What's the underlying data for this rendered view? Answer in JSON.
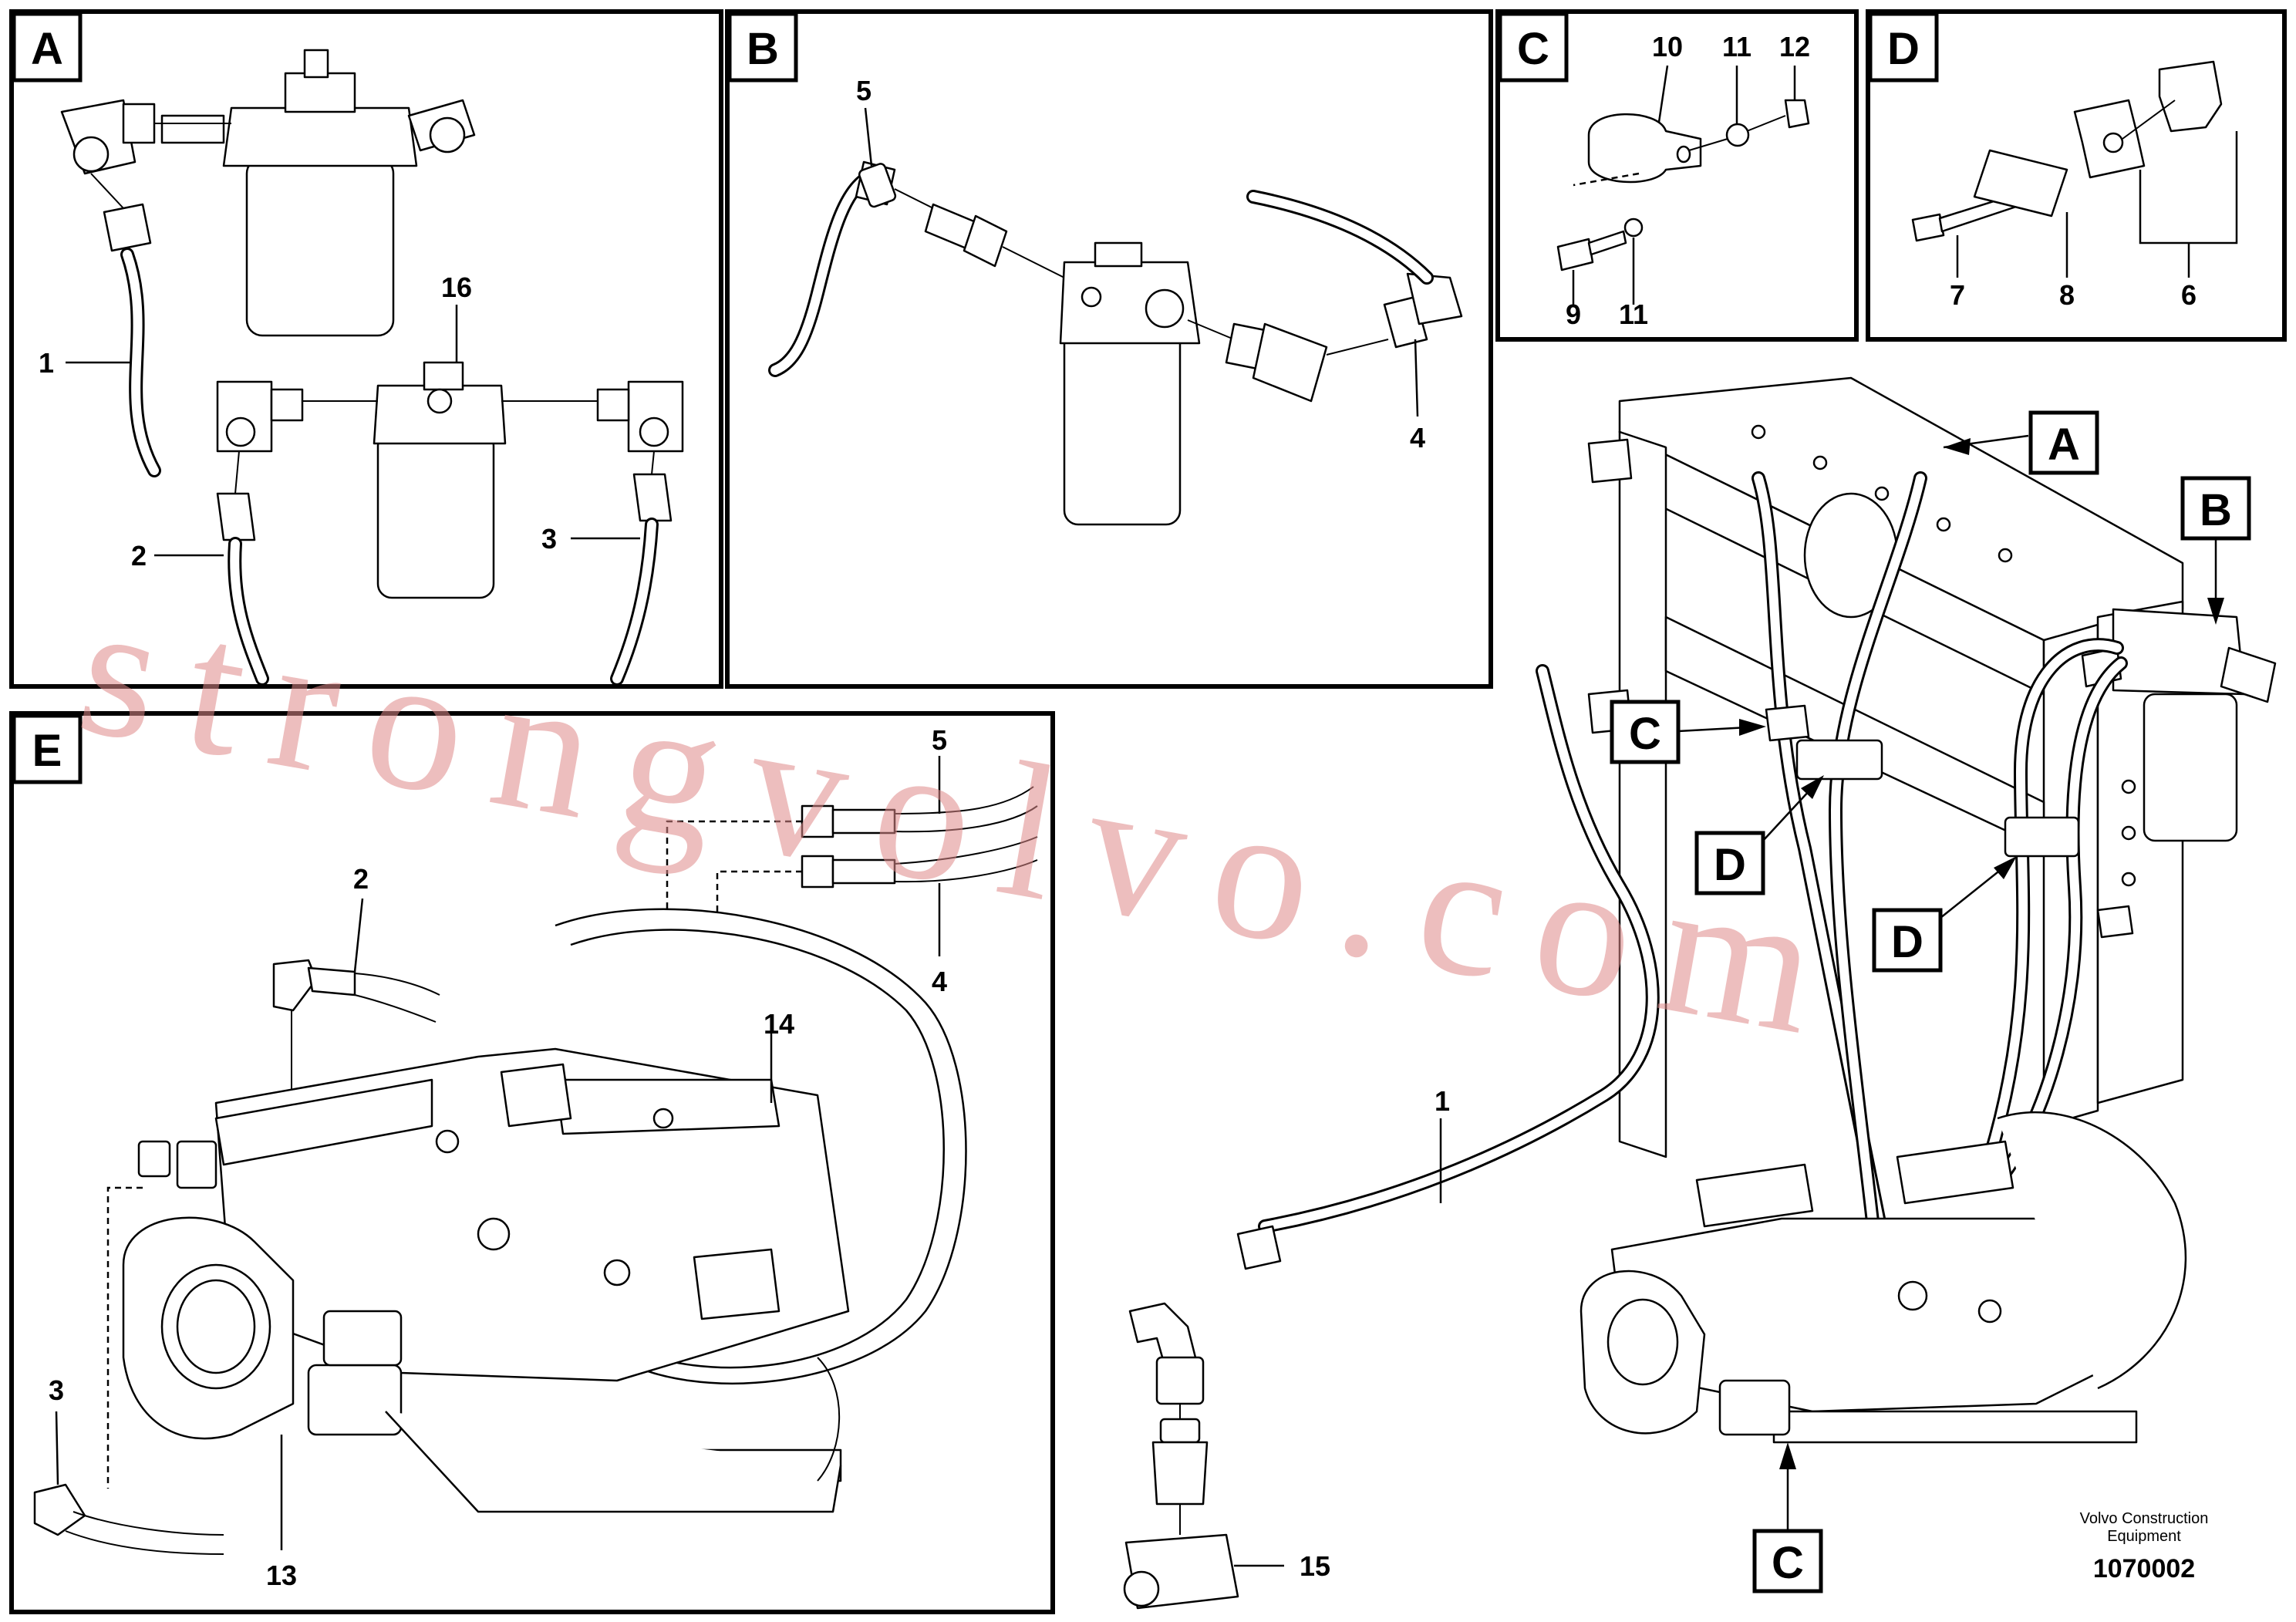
{
  "panels": {
    "A": {
      "tag": "A",
      "numbers": [
        "1",
        "2",
        "3",
        "16"
      ]
    },
    "B": {
      "tag": "B",
      "numbers": [
        "5",
        "4"
      ]
    },
    "C": {
      "tag": "C",
      "numbers": [
        "10",
        "11",
        "12",
        "9",
        "11"
      ]
    },
    "D": {
      "tag": "D",
      "numbers": [
        "7",
        "8",
        "6"
      ]
    },
    "E": {
      "tag": "E",
      "numbers": [
        "5",
        "2",
        "4",
        "14",
        "3",
        "13"
      ]
    }
  },
  "overview": {
    "callouts": [
      "A",
      "B",
      "C",
      "D",
      "D",
      "C"
    ],
    "numbers": [
      "1",
      "15"
    ]
  },
  "watermark": "strongvolvo.com",
  "footer": {
    "company_line1": "Volvo Construction",
    "company_line2": "Equipment",
    "drawing_number": "1070002"
  },
  "colors": {
    "line": "#000000",
    "watermark": "#e08a8a",
    "background": "#ffffff"
  }
}
